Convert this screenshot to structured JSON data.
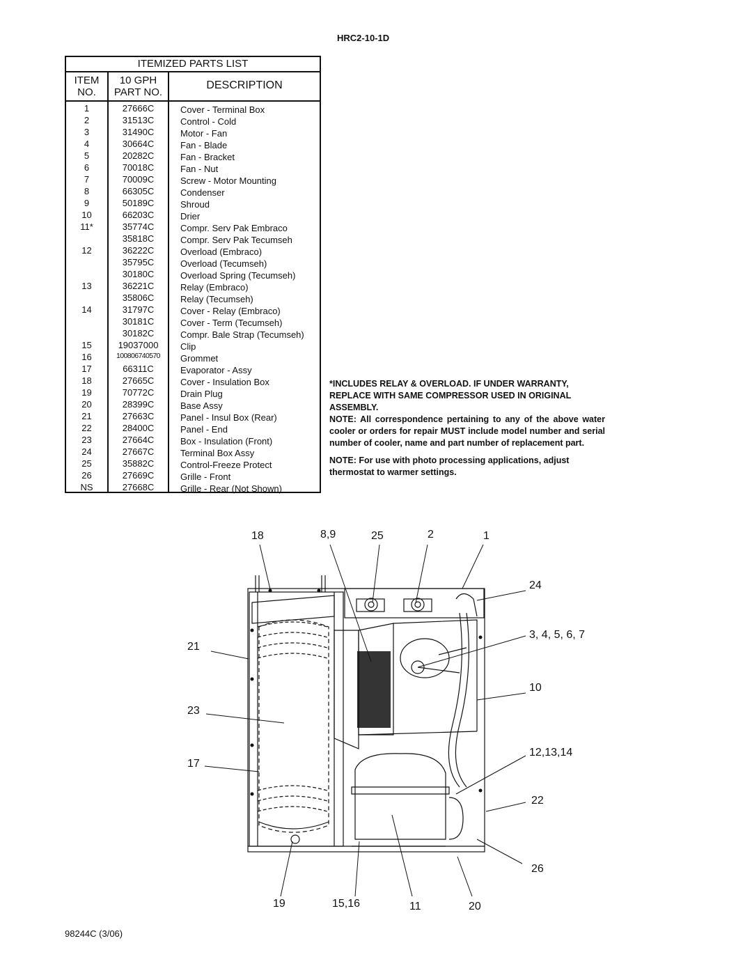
{
  "model": "HRC2-10-1D",
  "parts_list": {
    "title": "ITEMIZED PARTS LIST",
    "col_item_line1": "ITEM",
    "col_item_line2": "NO.",
    "col_part_line1": "10  GPH",
    "col_part_line2": "PART NO.",
    "col_desc": "DESCRIPTION",
    "rows": [
      {
        "item": "1",
        "part": "27666C",
        "desc": "Cover - Terminal Box"
      },
      {
        "item": "2",
        "part": "31513C",
        "desc": "Control - Cold"
      },
      {
        "item": "3",
        "part": "31490C",
        "desc": "Motor - Fan"
      },
      {
        "item": "4",
        "part": "30664C",
        "desc": "Fan - Blade"
      },
      {
        "item": "5",
        "part": "20282C",
        "desc": "Fan - Bracket"
      },
      {
        "item": "6",
        "part": "70018C",
        "desc": "Fan - Nut"
      },
      {
        "item": "7",
        "part": "70009C",
        "desc": "Screw - Motor Mounting"
      },
      {
        "item": "8",
        "part": "66305C",
        "desc": "Condenser"
      },
      {
        "item": "9",
        "part": "50189C",
        "desc": "Shroud"
      },
      {
        "item": "10",
        "part": "66203C",
        "desc": "Drier"
      },
      {
        "item": "11*",
        "part": "35774C",
        "desc": "Compr. Serv Pak Embraco"
      },
      {
        "item": "",
        "part": "35818C",
        "desc": "Compr. Serv Pak Tecumseh"
      },
      {
        "item": "12",
        "part": "36222C",
        "desc": "Overload (Embraco)"
      },
      {
        "item": "",
        "part": "35795C",
        "desc": "Overload  (Tecumseh)"
      },
      {
        "item": "",
        "part": "30180C",
        "desc": "Overload Spring (Tecumseh)"
      },
      {
        "item": "13",
        "part": "36221C",
        "desc": "Relay (Embraco)"
      },
      {
        "item": "",
        "part": "35806C",
        "desc": "Relay  (Tecumseh)"
      },
      {
        "item": "14",
        "part": "31797C",
        "desc": "Cover - Relay (Embraco)"
      },
      {
        "item": "",
        "part": "30181C",
        "desc": "Cover - Term  (Tecumseh)"
      },
      {
        "item": "",
        "part": "30182C",
        "desc": "Compr. Bale Strap (Tecumseh)"
      },
      {
        "item": "15",
        "part": "19037000",
        "desc": "Clip"
      },
      {
        "item": "16",
        "part": "100806740570",
        "desc": "Grommet"
      },
      {
        "item": "17",
        "part": "66311C",
        "desc": "Evaporator - Assy"
      },
      {
        "item": "18",
        "part": "27665C",
        "desc": "Cover - Insulation Box"
      },
      {
        "item": "19",
        "part": "70772C",
        "desc": "Drain Plug"
      },
      {
        "item": "20",
        "part": "28399C",
        "desc": "Base Assy"
      },
      {
        "item": "21",
        "part": "27663C",
        "desc": "Panel - Insul Box (Rear)"
      },
      {
        "item": "22",
        "part": "28400C",
        "desc": "Panel - End"
      },
      {
        "item": "23",
        "part": "27664C",
        "desc": "Box - Insulation (Front)"
      },
      {
        "item": "24",
        "part": "27667C",
        "desc": "Terminal Box Assy"
      },
      {
        "item": "25",
        "part": "35882C",
        "desc": "Control-Freeze Protect"
      },
      {
        "item": "26",
        "part": "27669C",
        "desc": "Grille - Front"
      },
      {
        "item": "NS",
        "part": "27668C",
        "desc": "Grille - Rear (Not Shown)"
      }
    ]
  },
  "notes": {
    "warranty": "*INCLUDES RELAY & OVERLOAD. IF UNDER WARRANTY, REPLACE WITH SAME COMPRESSOR USED IN ORIGINAL ASSEMBLY.",
    "note1": "NOTE:  All correspondence pertaining to any of the above water cooler or orders for repair MUST include model number and serial number of cooler, name and part number of replacement part.",
    "note2": "NOTE: For use with photo processing applications, adjust thermostat to warmer settings."
  },
  "callouts": {
    "top_18": "18",
    "top_89": "8,9",
    "top_25": "25",
    "top_2": "2",
    "top_1": "1",
    "right_24": "24",
    "right_34567": "3, 4, 5, 6, 7",
    "right_10": "10",
    "right_121314": "12,13,14",
    "right_22": "22",
    "right_26": "26",
    "left_21": "21",
    "left_23": "23",
    "left_17": "17",
    "bottom_19": "19",
    "bottom_1516": "15,16",
    "bottom_11": "11",
    "bottom_20": "20"
  },
  "footer": "98244C (3/06)"
}
